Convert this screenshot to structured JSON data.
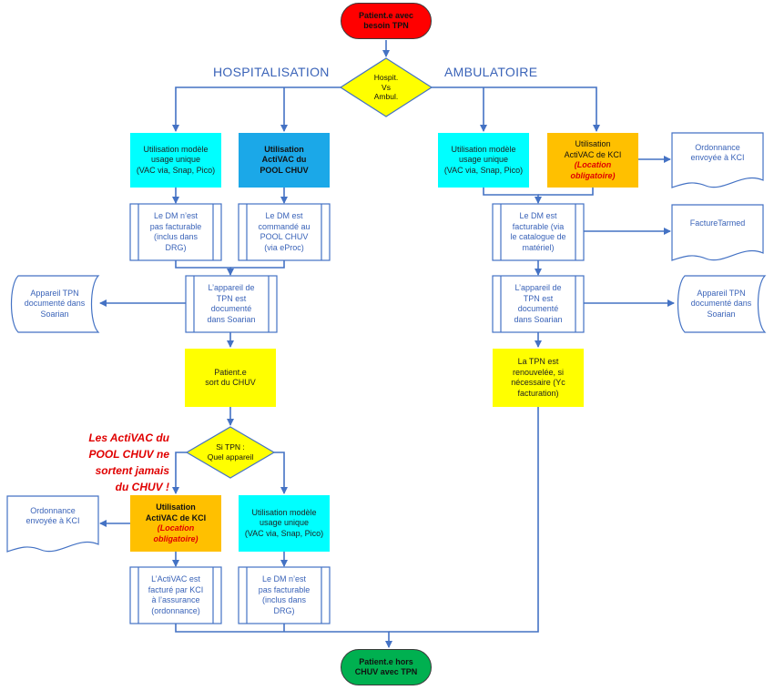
{
  "start": "Patient.e avec\nbesoin TPN",
  "end": "Patient.e hors\nCHUV avec TPN",
  "sections": {
    "left": "HOSPITALISATION",
    "right": "AMBULATOIRE"
  },
  "decision1": "Hospit.\nVs\nAmbul.",
  "decision2": "Si TPN :\nQuel appareil",
  "hosp": {
    "usage_unique": "Utilisation modèle\nusage unique\n(VAC via, Snap, Pico)",
    "activac_pool": "Utilisation\nActiVAC du\nPOOL CHUV",
    "dm_non_facturable": "Le DM n’est\npas facturable\n(inclus dans\nDRG)",
    "dm_commande": "Le DM est\ncommandé au\nPOOL CHUV\n(via eProc)",
    "appareil_documente": "L’appareil de\nTPN est\ndocumenté\ndans Soarian",
    "store_soarian": "Appareil TPN\ndocumenté dans\nSoarian",
    "sort_chuv": "Patient.e\nsort du CHUV"
  },
  "exit": {
    "note": [
      "Les ActiVAC du",
      "POOL CHUV ne",
      "sortent jamais",
      "du CHUV !"
    ],
    "activac_kci_title": "Utilisation\nActiVAC de KCI",
    "activac_kci_note": "(Location\nobligatoire)",
    "ordonnance": "Ordonnance\nenvoyée à KCI",
    "usage_unique": "Utilisation modèle\nusage unique\n(VAC via, Snap, Pico)",
    "facture_kci": "L’ActiVAC est\nfacturé par KCI\nà l’assurance\n(ordonnance)",
    "dm_non_facturable": "Le DM n’est\npas facturable\n(inclus dans\nDRG)"
  },
  "amb": {
    "usage_unique": "Utilisation modèle\nusage unique\n(VAC via, Snap, Pico)",
    "activac_kci_title": "Utilisation\nActiVAC de KCI",
    "activac_kci_note": "(Location\nobligatoire)",
    "ordonnance": "Ordonnance\nenvoyée à KCI",
    "dm_facturable": "Le DM est\nfacturable (via\nle catalogue de\nmatériel)",
    "facture_tarmed": "FactureTarmed",
    "appareil_documente": "L’appareil de\nTPN est\ndocumenté\ndans Soarian",
    "store_soarian": "Appareil TPN\ndocumenté dans\nSoarian",
    "renouvelee": "La TPN est\nrenouvelée, si\nnécessaire (Yc\nfacturation)"
  },
  "colors": {
    "start": "#ff0000",
    "end": "#00b050",
    "yellow": "#ffff00",
    "cyan": "#00ffff",
    "blue": "#1ba8e8",
    "orange": "#ffc000",
    "connector": "#4472c4"
  }
}
